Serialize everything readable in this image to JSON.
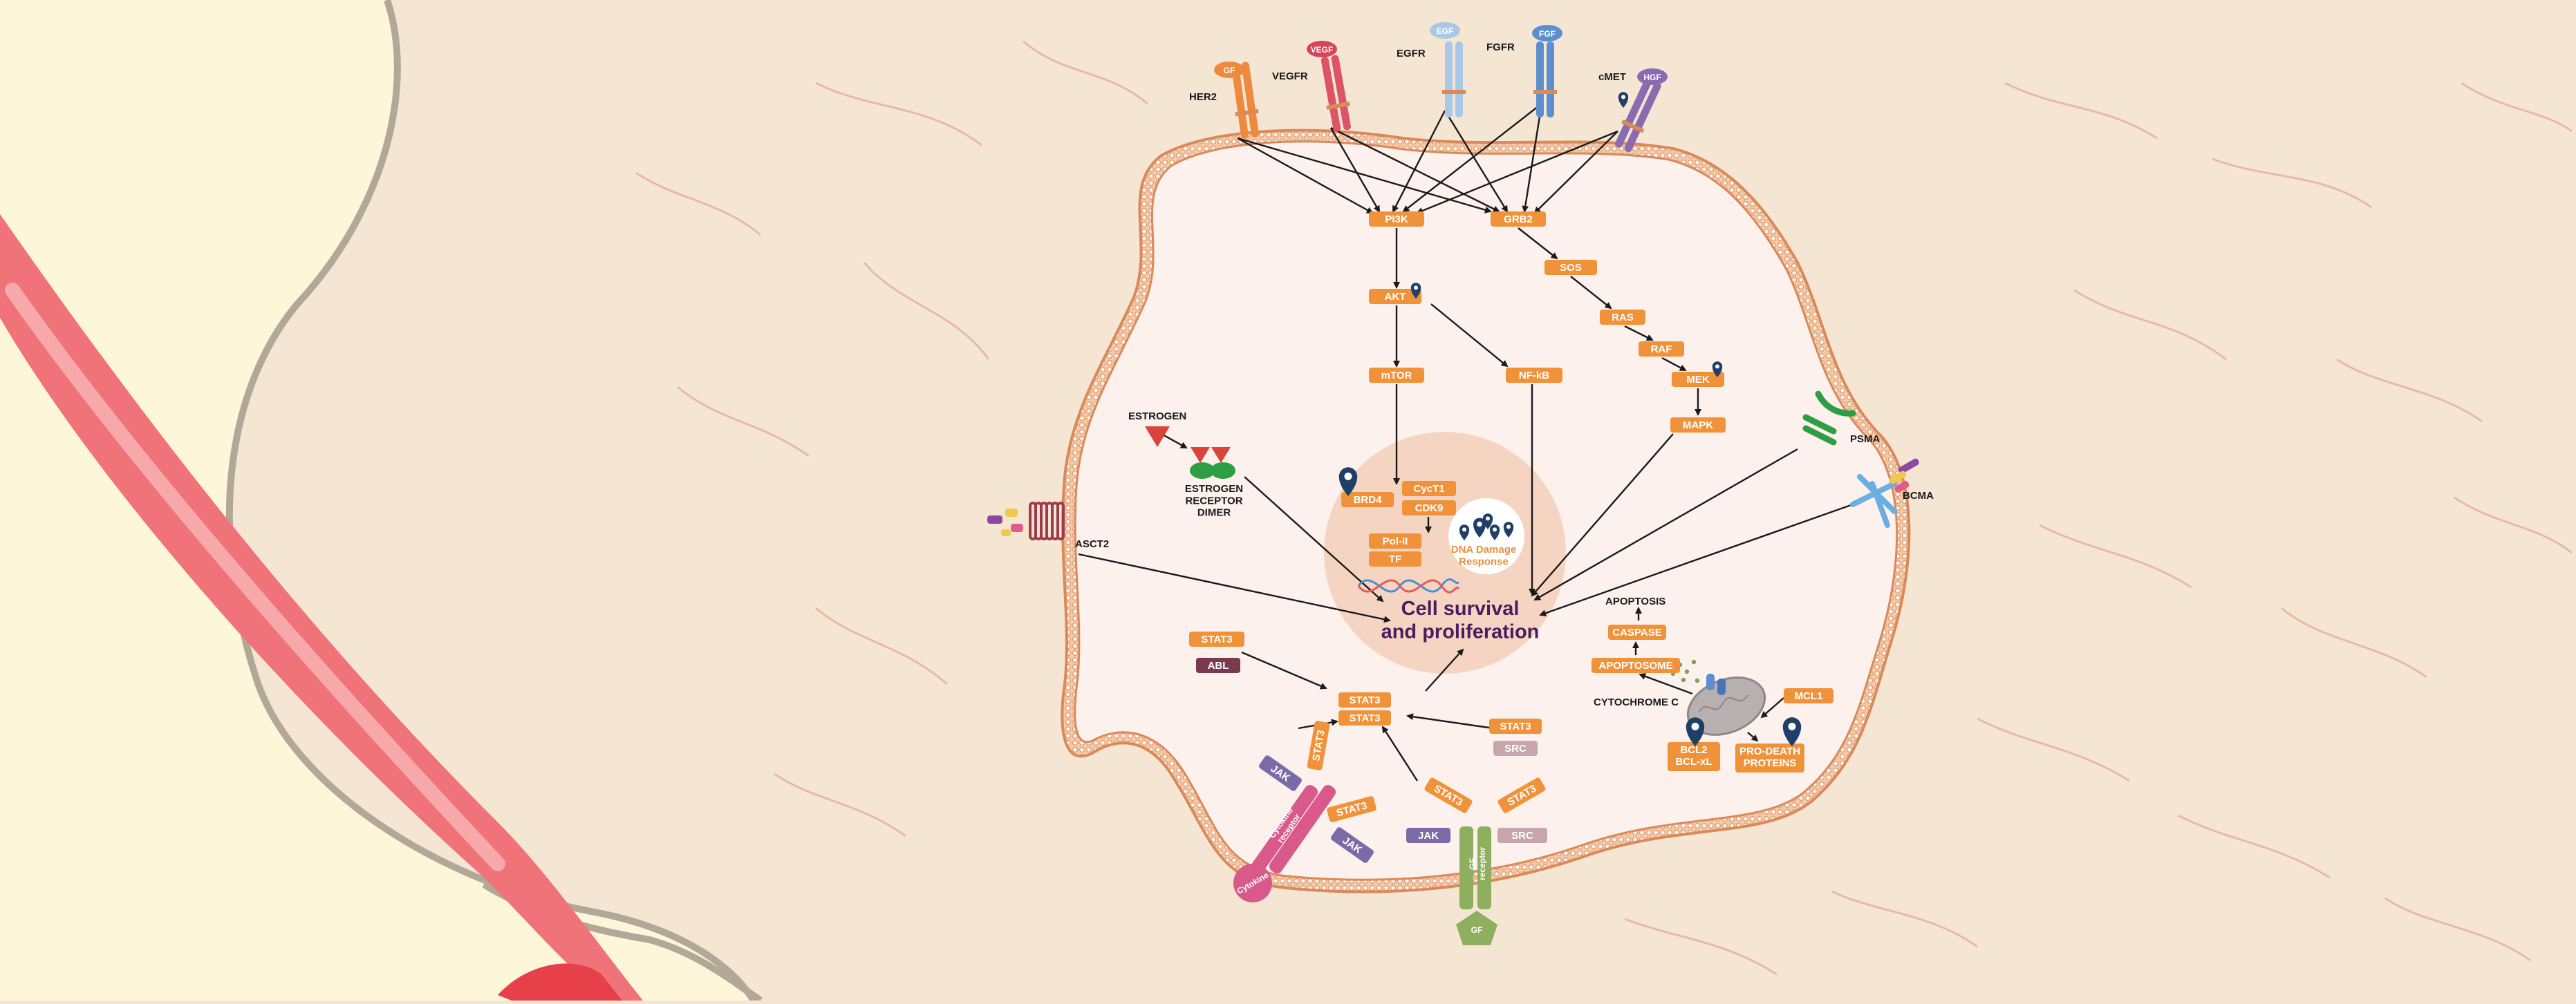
{
  "colors": {
    "background": "#f5e6d3",
    "lightBackground": "#fdf6d8",
    "cellFill": "#fcf1ec",
    "membrane": "#d9895a",
    "node": "#f0923a",
    "nucleusHalo": "#f6d4c2",
    "vessel": "#ef7378",
    "vesselHighlight": "#f6a8ab",
    "marker": "#1f3f66",
    "hubText": "#4a1d5e",
    "arrow": "#1a1a1a"
  },
  "receptors": [
    {
      "id": "her2",
      "label": "HER2",
      "ligand": "GF",
      "color": "#ef8a3c",
      "ligandColor": "#ef8a3c"
    },
    {
      "id": "vegfr",
      "label": "VEGFR",
      "ligand": "VEGF",
      "color": "#dc5566",
      "ligandColor": "#d7455a"
    },
    {
      "id": "egfr",
      "label": "EGFR",
      "ligand": "EGF",
      "color": "#a9c8e6",
      "ligandColor": "#a9c8e6"
    },
    {
      "id": "fgfr",
      "label": "FGFR",
      "ligand": "FGF",
      "color": "#5b8fcf",
      "ligandColor": "#5b8fcf"
    },
    {
      "id": "cmet",
      "label": "cMET",
      "ligand": "HGF",
      "color": "#8b6bb0",
      "ligandColor": "#8b6bb0"
    }
  ],
  "nodes": [
    {
      "id": "pi3k",
      "text": "PI3K"
    },
    {
      "id": "grb2",
      "text": "GRB2"
    },
    {
      "id": "sos",
      "text": "SOS"
    },
    {
      "id": "akt",
      "text": "AKT"
    },
    {
      "id": "ras",
      "text": "RAS"
    },
    {
      "id": "raf",
      "text": "RAF"
    },
    {
      "id": "mek",
      "text": "MEK"
    },
    {
      "id": "mtor",
      "text": "mTOR"
    },
    {
      "id": "nfkb",
      "text": "NF-kB"
    },
    {
      "id": "mapk",
      "text": "MAPK"
    },
    {
      "id": "brd4",
      "text": "BRD4"
    },
    {
      "id": "cyct1",
      "text": "CycT1"
    },
    {
      "id": "cdk9",
      "text": "CDK9"
    },
    {
      "id": "pol2",
      "text": "Pol-II"
    },
    {
      "id": "tf",
      "text": "TF"
    },
    {
      "id": "stat3a",
      "text": "STAT3"
    },
    {
      "id": "abl",
      "text": "ABL"
    },
    {
      "id": "stat3b",
      "text": "STAT3"
    },
    {
      "id": "stat3c",
      "text": "STAT3"
    },
    {
      "id": "stat3d",
      "text": "STAT3"
    },
    {
      "id": "src1",
      "text": "SRC"
    },
    {
      "id": "caspase",
      "text": "CASPASE"
    },
    {
      "id": "apoptosome",
      "text": "APOPTOSOME"
    },
    {
      "id": "mcl1",
      "text": "MCL1"
    },
    {
      "id": "bcl2",
      "text": "BCL2\nBCL-xL"
    },
    {
      "id": "prodeath",
      "text": "PRO-DEATH\nPROTEINS"
    },
    {
      "id": "stat3e",
      "text": "STAT3"
    },
    {
      "id": "stat3f",
      "text": "STAT3"
    },
    {
      "id": "stat3g",
      "text": "STAT3"
    },
    {
      "id": "stat3h",
      "text": "STAT3"
    },
    {
      "id": "jak1",
      "text": "JAK"
    },
    {
      "id": "jak2",
      "text": "JAK"
    },
    {
      "id": "jak3",
      "text": "JAK"
    },
    {
      "id": "src2",
      "text": "SRC"
    }
  ],
  "labels": {
    "estrogen": "ESTROGEN",
    "estrogenDimer": "ESTROGEN\nRECEPTOR\nDIMER",
    "asct2": "ASCT2",
    "psma": "PSMA",
    "bcma": "BCMA",
    "apoptosis": "APOPTOSIS",
    "cytochrome": "CYTOCHROME C",
    "dnaDamage": "DNA Damage\nResponse",
    "hub": "Cell survival\nand proliferation",
    "cytokine": "Cytokine",
    "cytokineReceptor": "Cytokine\nreceptor",
    "gfReceptor": "GF\nreceptor",
    "gf": "GF"
  }
}
